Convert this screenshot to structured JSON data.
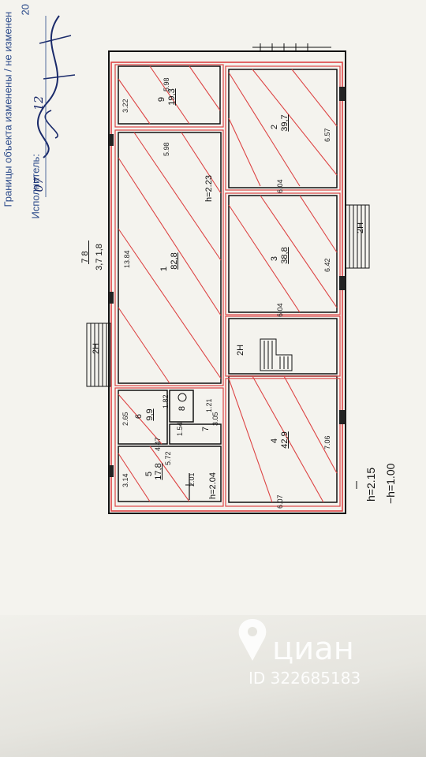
{
  "header": {
    "line1": "Границы объекта изменены / не изменен",
    "year_fragment": "20",
    "date_prefix": "«",
    "date_day": "07",
    "date_suffix": "»",
    "date_month": "12",
    "executor_label": "Исполнитель:"
  },
  "floor_index": {
    "rooms_top": "7    8",
    "rooms_bottom": "3,7   1,8"
  },
  "rooms": [
    {
      "number": "1",
      "area": "82,8"
    },
    {
      "number": "2",
      "area": "39,7"
    },
    {
      "number": "3",
      "area": "38,8"
    },
    {
      "number": "4",
      "area": "42,9"
    },
    {
      "number": "5",
      "area": "17,8"
    },
    {
      "number": "6",
      "area": "9,9"
    },
    {
      "number": "7",
      "area": ""
    },
    {
      "number": "8",
      "area": ""
    },
    {
      "number": "9",
      "area": "19,3"
    }
  ],
  "dimensions": [
    "5.98",
    "3.22",
    "5.98",
    "13.84",
    "6.04",
    "6.57",
    "6.04",
    "6.42",
    "6.07",
    "7.06",
    "2.65",
    "3.14",
    "4.47",
    "5.72",
    "2.01",
    "1.82",
    "1.21",
    "1.54",
    "3.05"
  ],
  "heights": {
    "main": "h=2.23",
    "small": "h=2.04",
    "legend_h": "h=2.15",
    "legend_neg": "−h=1.00"
  },
  "stairs_label": "2Н",
  "watermark": {
    "brand": "циан",
    "id": "ID 322685183"
  }
}
